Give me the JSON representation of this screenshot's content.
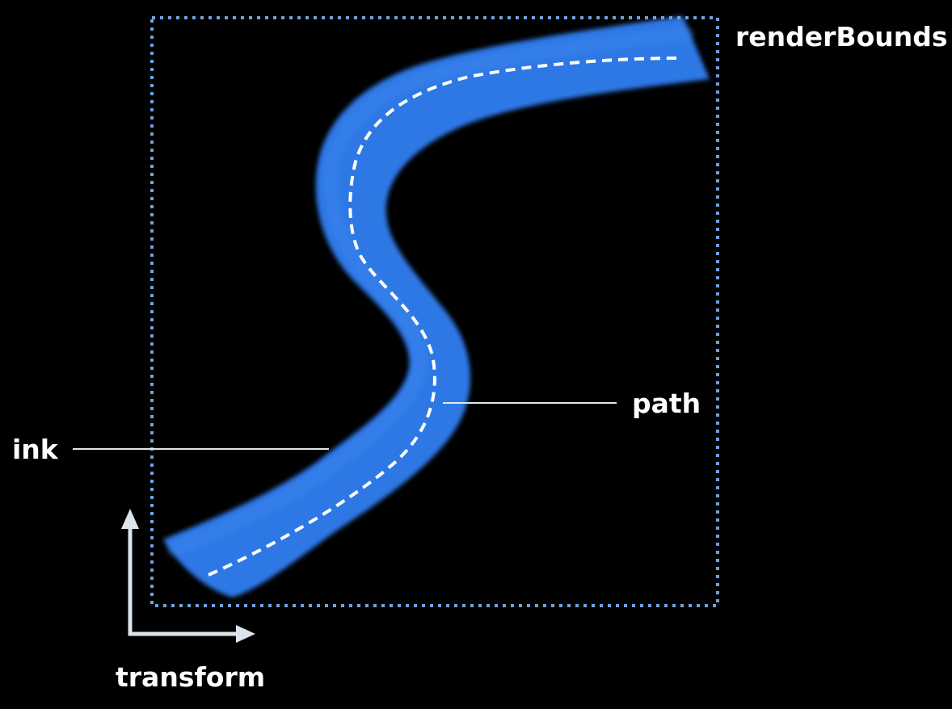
{
  "labels": {
    "render_bounds": "renderBounds",
    "path": "path",
    "ink": "ink",
    "transform": "transform"
  },
  "colors": {
    "background": "#000000",
    "ink_stroke": "#2f78e6",
    "ink_stroke_highlight": "#4a92f4",
    "bounds_outline": "#6fa1d9",
    "path_dashes": "#ffffff",
    "leader_lines": "#e6e6e6",
    "transform_arrows": "#dce4ee",
    "label_text": "#ffffff"
  }
}
